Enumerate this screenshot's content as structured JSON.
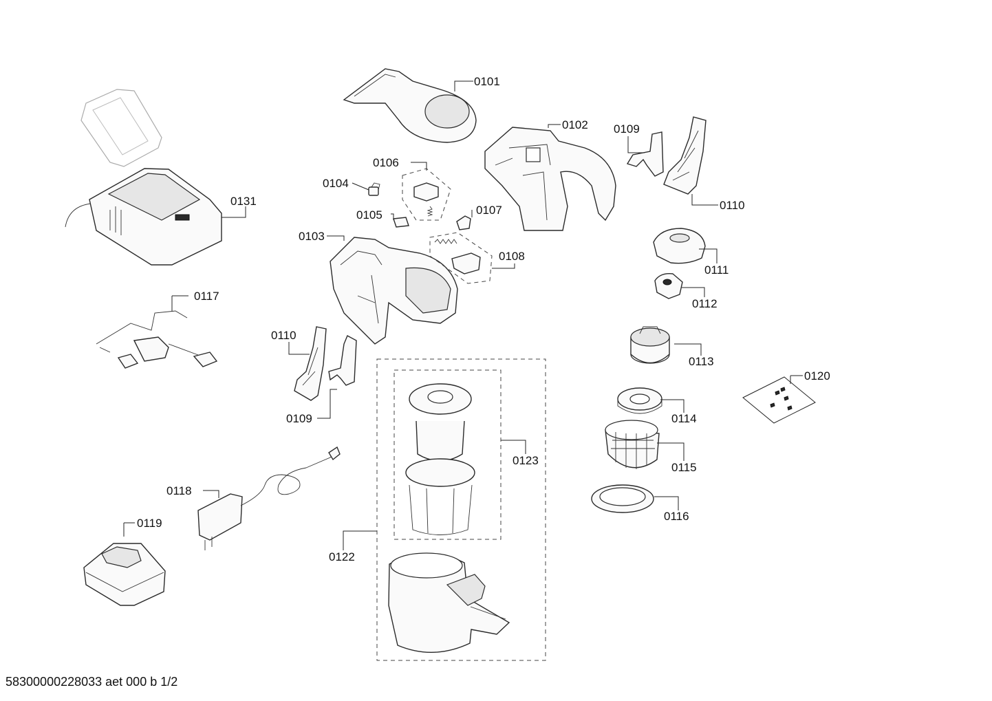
{
  "labels": {
    "p0101": "0101",
    "p0102": "0102",
    "p0103": "0103",
    "p0104": "0104",
    "p0105": "0105",
    "p0106": "0106",
    "p0107": "0107",
    "p0108": "0108",
    "p0109_top": "0109",
    "p0109_left": "0109",
    "p0110_top": "0110",
    "p0110_left": "0110",
    "p0111": "0111",
    "p0112": "0112",
    "p0113": "0113",
    "p0114": "0114",
    "p0115": "0115",
    "p0116": "0116",
    "p0117": "0117",
    "p0118": "0118",
    "p0119": "0119",
    "p0120": "0120",
    "p0122": "0122",
    "p0123": "0123",
    "p0131": "0131"
  },
  "footer": "58300000228033 aet 000 b 1/2"
}
